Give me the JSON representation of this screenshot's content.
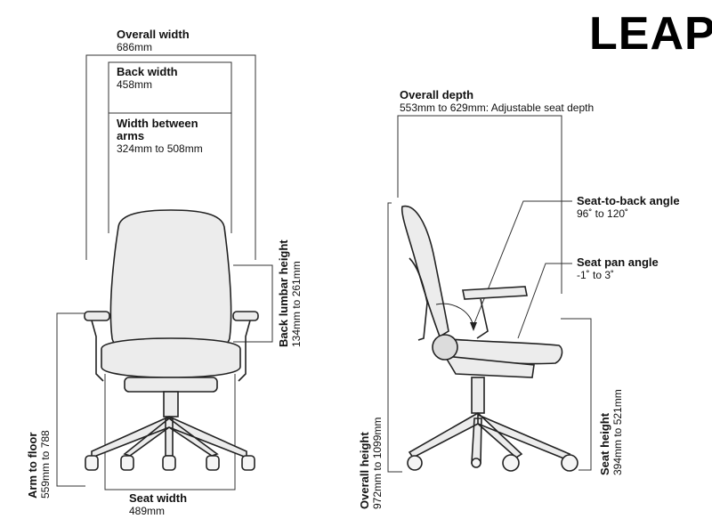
{
  "brand": "LEAP",
  "front": {
    "overall_width": {
      "title": "Overall width",
      "value": "686mm"
    },
    "back_width": {
      "title": "Back width",
      "value": "458mm"
    },
    "width_between_arms": {
      "title": "Width  between arms",
      "value": "324mm to 508mm"
    },
    "back_lumbar_height": {
      "title": "Back lumbar height",
      "value": "134mm to 261mm"
    },
    "arm_to_floor": {
      "title": "Arm to floor",
      "value": "559mm to 788"
    },
    "seat_width": {
      "title": "Seat width",
      "value": "489mm"
    }
  },
  "side": {
    "overall_depth": {
      "title": "Overall depth",
      "value": "553mm to 629mm: Adjustable seat depth"
    },
    "seat_to_back_angle": {
      "title": "Seat-to-back angle",
      "value": "96˚ to 120˚"
    },
    "seat_pan_angle": {
      "title": "Seat pan angle",
      "value": "-1˚ to 3˚"
    },
    "overall_height": {
      "title": "Overall height",
      "value": "972mm to 1099mm"
    },
    "seat_height": {
      "title": "Seat height",
      "value": "394mm to 521mm"
    }
  }
}
